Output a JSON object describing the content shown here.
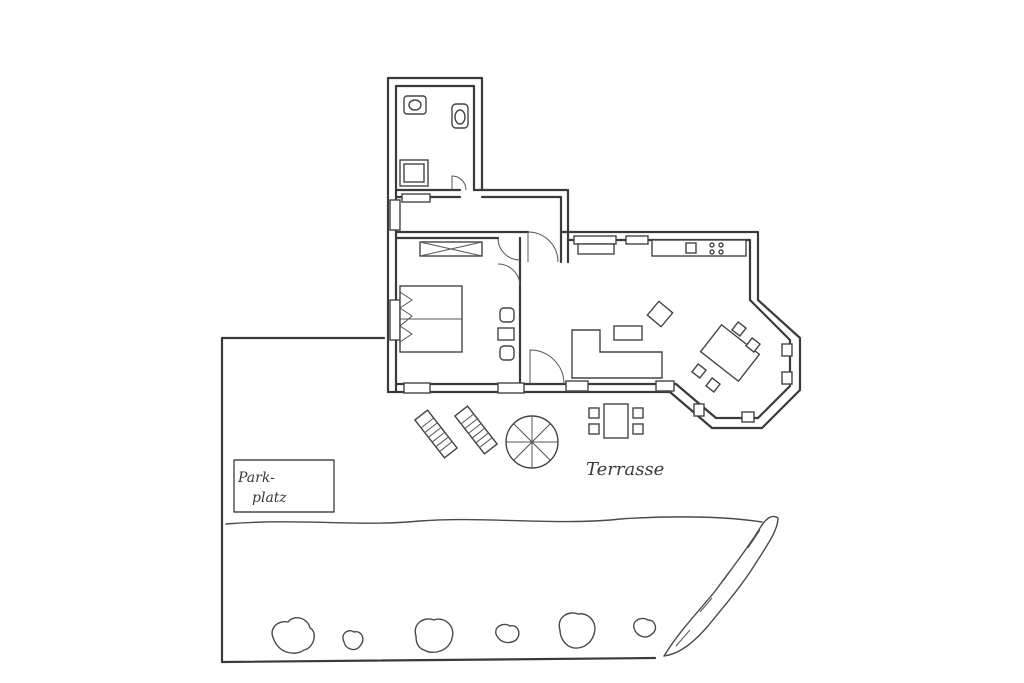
{
  "labels": {
    "terrace": "Terrasse",
    "parking_line1": "Park-",
    "parking_line2": "platz"
  },
  "colors": {
    "ink": "#3a3a3a",
    "paper": "#ffffff"
  }
}
